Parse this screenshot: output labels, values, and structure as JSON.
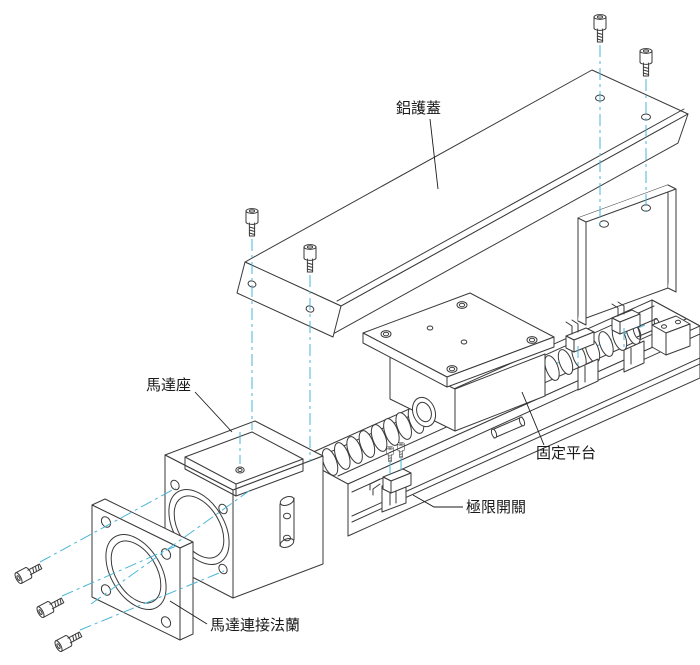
{
  "diagram": {
    "type": "exploded-isometric-assembly-drawing",
    "background": "#ffffff",
    "colors": {
      "line": "#3a3a3a",
      "centerline": "#4ab5d8",
      "label_text": "#1a1a1a"
    },
    "labels": {
      "cover": "鋁護蓋",
      "motor_mount": "馬達座",
      "platform": "固定平台",
      "limit_switch": "極限開關",
      "motor_flange": "馬達連接法蘭"
    }
  }
}
